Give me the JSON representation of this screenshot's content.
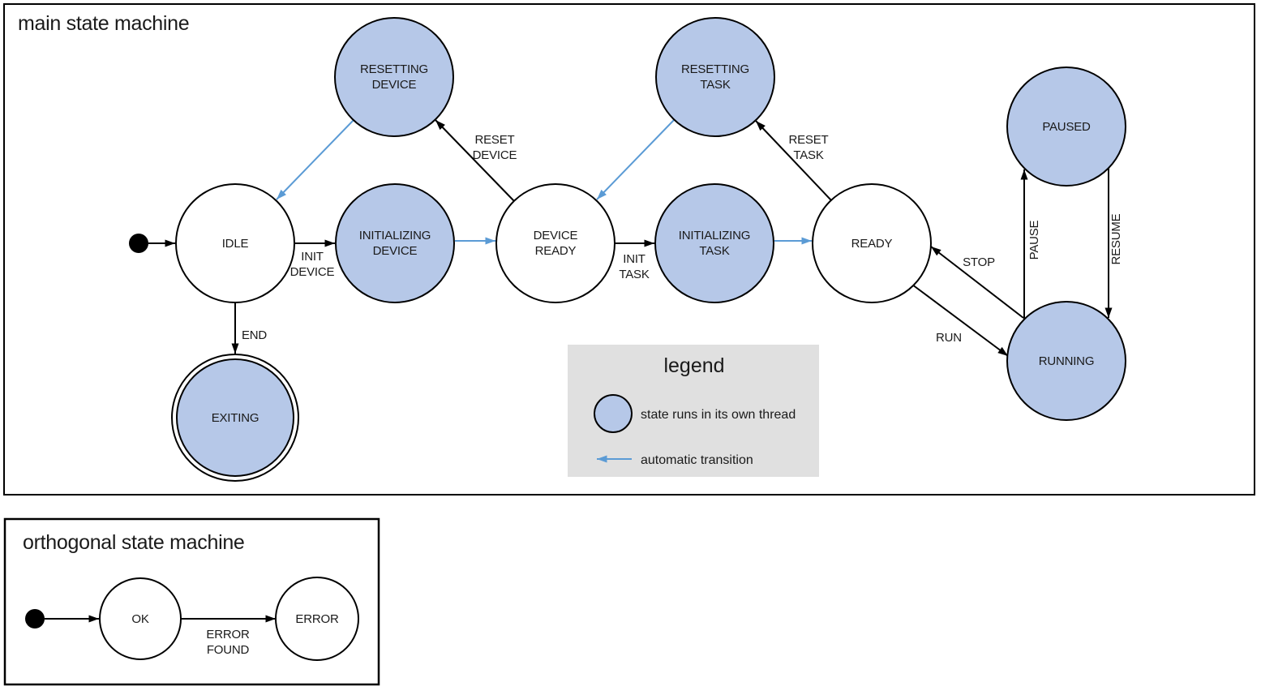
{
  "colors": {
    "state_fill": "#b6c8e8",
    "auto_transition": "#5b9bd5",
    "edge": "#000000",
    "legend_bg": "#e0e0e0"
  },
  "main": {
    "title": "main state machine",
    "states": {
      "resetting_device": [
        "RESETTING",
        "DEVICE"
      ],
      "resetting_task": [
        "RESETTING",
        "TASK"
      ],
      "idle": "IDLE",
      "initializing_device": [
        "INITIALIZING",
        "DEVICE"
      ],
      "device_ready": [
        "DEVICE",
        "READY"
      ],
      "initializing_task": [
        "INITIALIZING",
        "TASK"
      ],
      "ready": "READY",
      "paused": "PAUSED",
      "running": "RUNNING",
      "exiting": "EXITING"
    },
    "transitions": {
      "init_device": [
        "INIT",
        "DEVICE"
      ],
      "init_task": [
        "INIT",
        "TASK"
      ],
      "reset_device": [
        "RESET",
        "DEVICE"
      ],
      "reset_task": [
        "RESET",
        "TASK"
      ],
      "end": "END",
      "run": "RUN",
      "stop": "STOP",
      "pause": "PAUSE",
      "resume": "RESUME"
    },
    "legend": {
      "title": "legend",
      "threaded_state": "state runs in its own thread",
      "automatic_transition": "automatic transition"
    }
  },
  "orthogonal": {
    "title": "orthogonal state machine",
    "states": {
      "ok": "OK",
      "error": "ERROR"
    },
    "transitions": {
      "error_found": [
        "ERROR",
        "FOUND"
      ]
    }
  }
}
